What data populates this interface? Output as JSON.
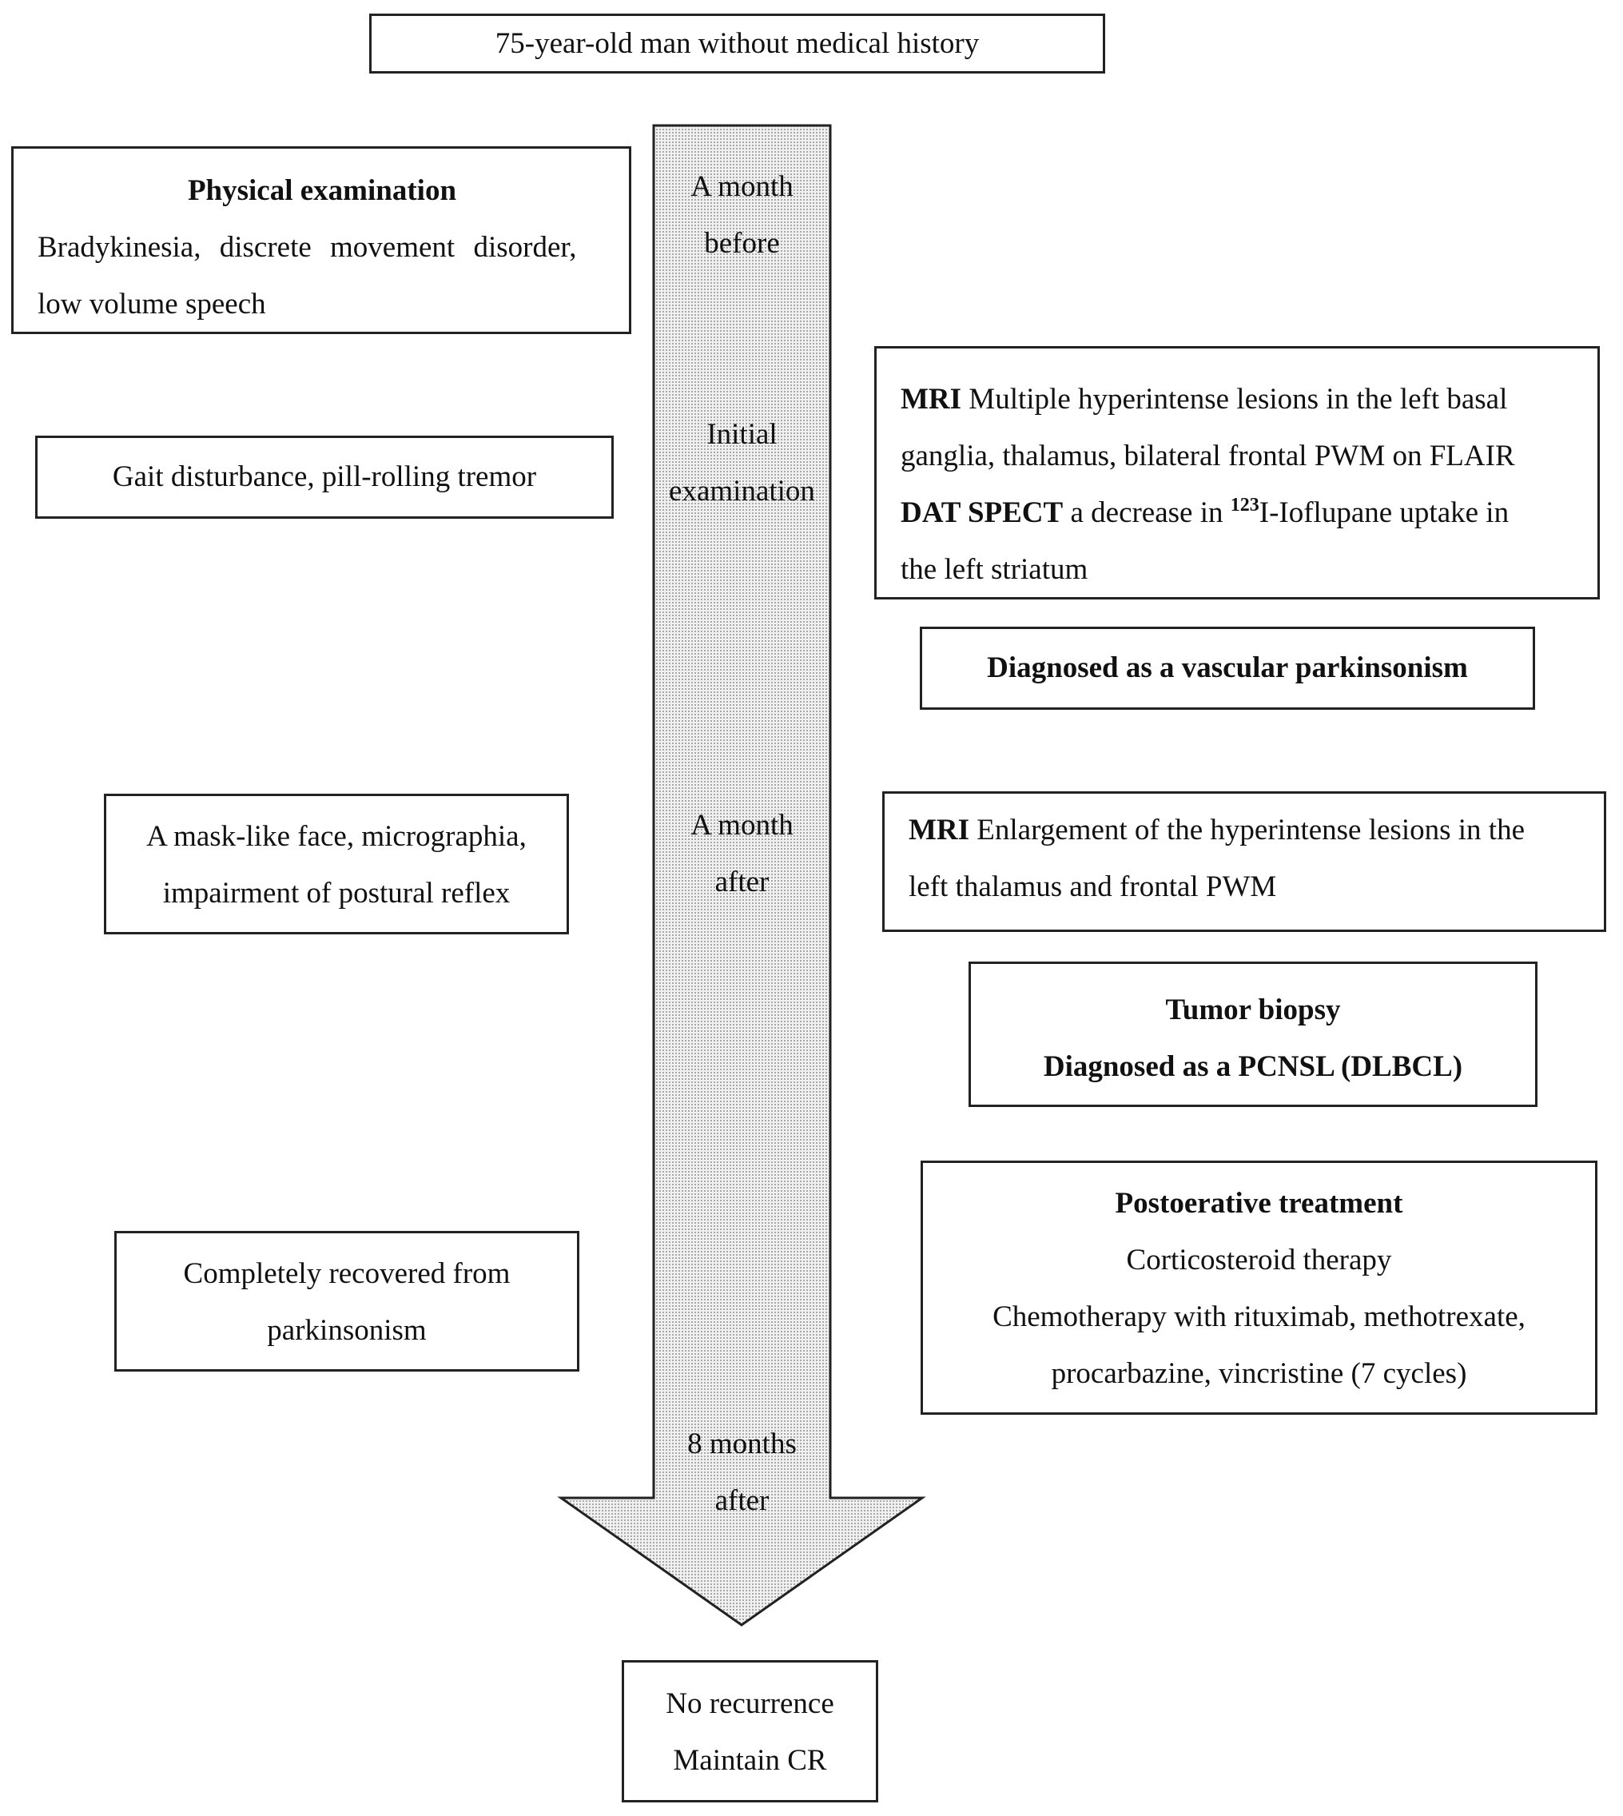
{
  "patient": "75-year-old man without medical history",
  "timeline": {
    "month_before": [
      "A month",
      "before"
    ],
    "initial": [
      "Initial",
      "examination"
    ],
    "month_after": [
      "A month",
      "after"
    ],
    "eight_months": [
      "8 months",
      "after"
    ]
  },
  "physical_exam": {
    "title": "Physical examination",
    "line1": "Bradykinesia, discrete movement disorder,",
    "line2": "low volume speech"
  },
  "gait": "Gait disturbance, pill-rolling tremor",
  "mask_face": [
    "A mask-like face, micrographia,",
    "impairment of postural reflex"
  ],
  "recovered": [
    "Completely recovered from",
    "parkinsonism"
  ],
  "mri_initial": {
    "mri_label": "MRI",
    "mri_text_1": "Multiple hyperintense lesions in the left basal",
    "mri_text_2": "ganglia, thalamus, bilateral frontal PWM on FLAIR",
    "dat_label": "DAT SPECT",
    "dat_text_a": "a decrease in",
    "dat_sup": "123",
    "dat_text_b": "I-Ioflupane uptake in",
    "dat_text_2": "the left striatum"
  },
  "diagnosis_vascular": "Diagnosed as a vascular parkinsonism",
  "mri_followup": {
    "label": "MRI",
    "text_1": "Enlargement of the hyperintense lesions in the",
    "text_2": "left thalamus and frontal PWM"
  },
  "biopsy": {
    "title": "Tumor biopsy",
    "diagnosis": "Diagnosed as a PCNSL (DLBCL)"
  },
  "treatment": {
    "title": "Postoerative treatment",
    "line1": "Corticosteroid therapy",
    "line2": "Chemotherapy with rituximab, methotrexate,",
    "line3": "procarbazine, vincristine (7 cycles)"
  },
  "outcome": [
    "No recurrence",
    "Maintain CR"
  ]
}
